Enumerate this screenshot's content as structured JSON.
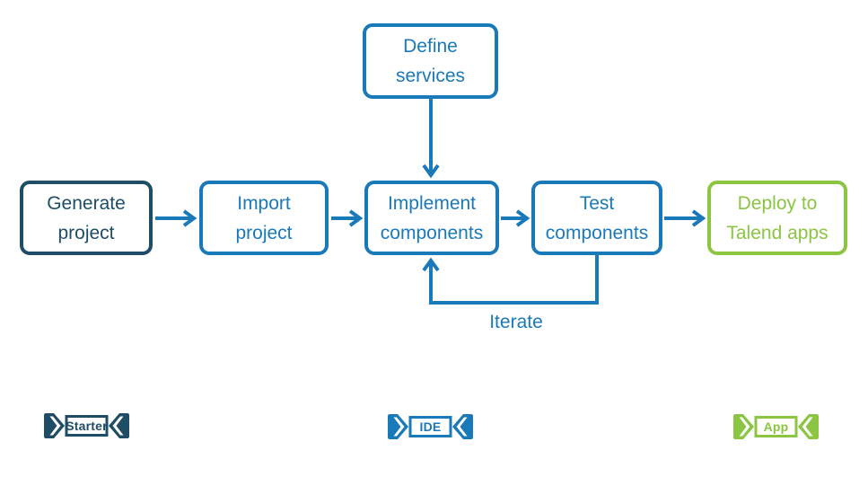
{
  "boxes": {
    "define": {
      "line1": "Define",
      "line2": "services",
      "color": "#1a79b8"
    },
    "generate": {
      "line1": "Generate",
      "line2": "project",
      "color": "#204d66"
    },
    "import": {
      "line1": "Import",
      "line2": "project",
      "color": "#1a79b8"
    },
    "implement": {
      "line1": "Implement",
      "line2": "components",
      "color": "#1a79b8"
    },
    "test": {
      "line1": "Test",
      "line2": "components",
      "color": "#1a79b8"
    },
    "deploy": {
      "line1": "Deploy to",
      "line2": "Talend apps",
      "color": "#8bc541"
    }
  },
  "annotations": {
    "iterate": "Iterate"
  },
  "ribbons": {
    "starter": {
      "label": "Starter",
      "color": "#204d66"
    },
    "ide": {
      "label": "IDE",
      "color": "#1a79b8"
    },
    "app": {
      "label": "App",
      "color": "#8bc541"
    }
  },
  "colors": {
    "navy": "#204d66",
    "blue": "#1a79b8",
    "green": "#8bc541",
    "arrow": "#1a79b8",
    "background": "#ffffff"
  }
}
